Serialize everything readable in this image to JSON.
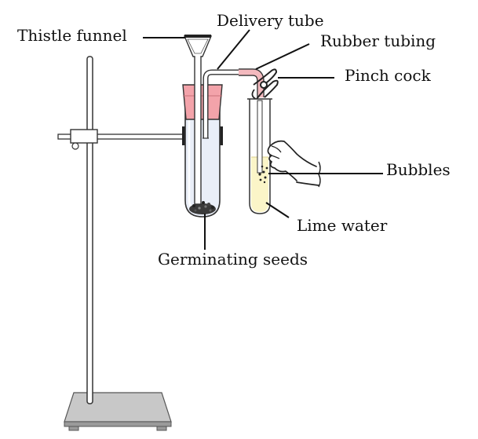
{
  "labels": {
    "thistle_funnel": "Thistle funnel",
    "delivery_tube": "Delivery tube",
    "rubber_tubing": "Rubber tubing",
    "pinch_cock": "Pinch cock",
    "bubbles": "Bubbles",
    "lime_water": "Lime water",
    "germinating_seeds": "Germinating seeds"
  },
  "colors": {
    "stopper": "#f3a3aa",
    "rubber_tubing": "#f3b9be",
    "lime_water": "#fbf5c8",
    "glass_tint": "#e9eef8",
    "stand_base": "#c8c8c8",
    "stand_base_dark": "#9a9a9a",
    "line": "#111111"
  },
  "icons": {
    "apparatus": "retort-stand-with-boiling-tube-and-test-tube",
    "hand": "hand-holding-test-tube"
  }
}
